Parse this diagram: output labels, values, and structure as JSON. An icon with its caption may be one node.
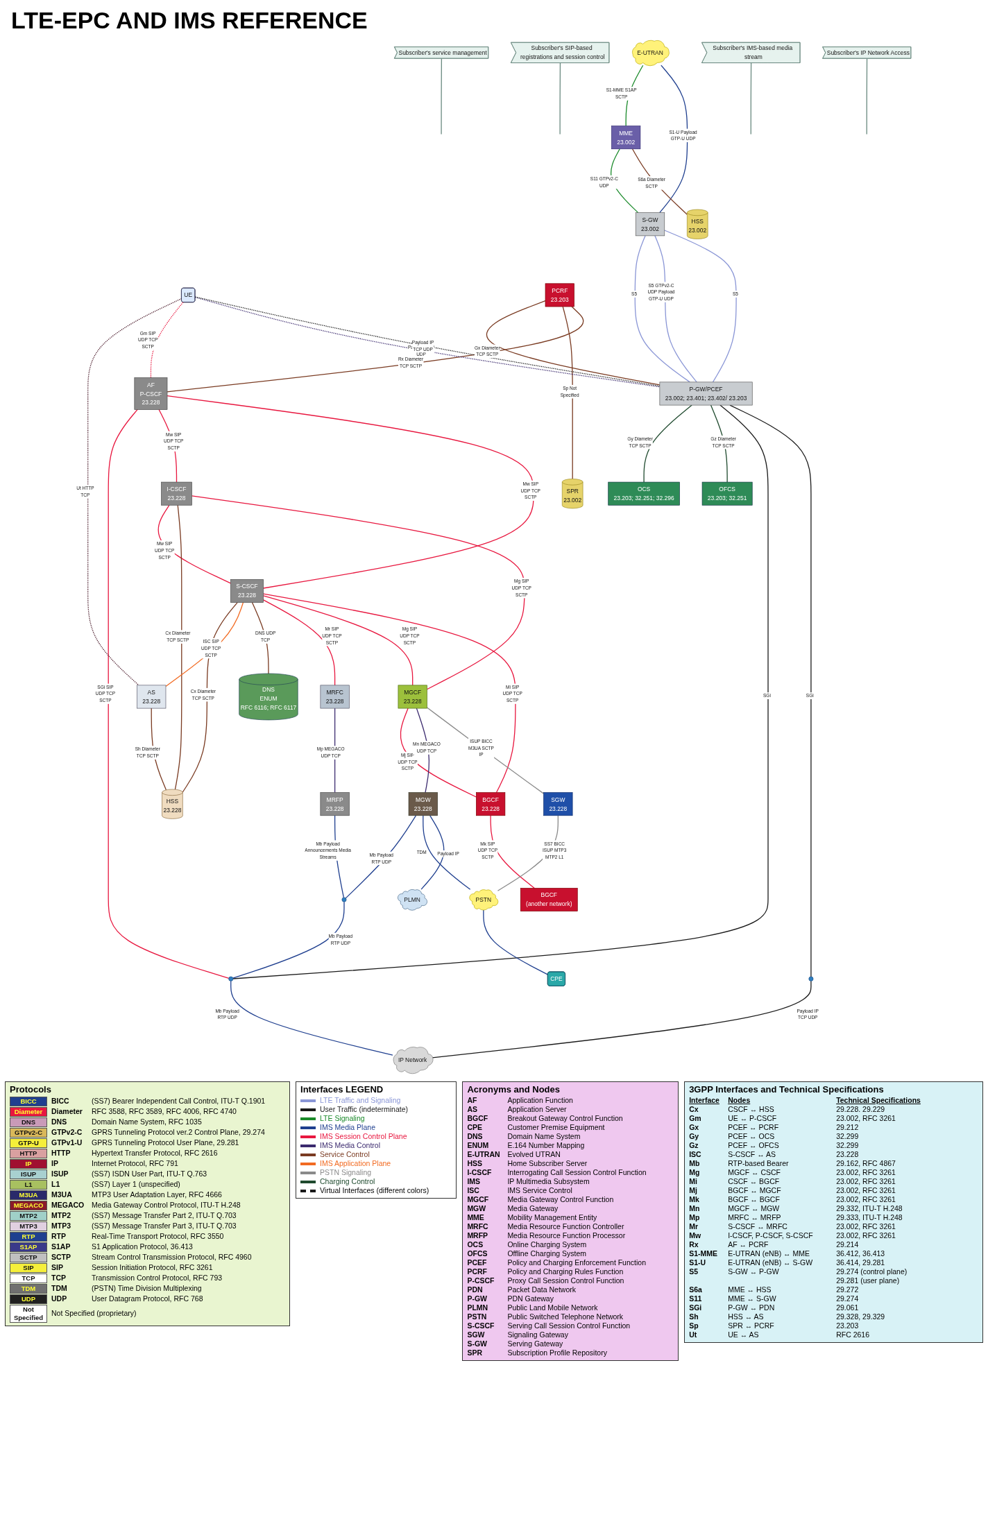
{
  "diagram": {
    "title": "LTE-EPC AND IMS REFERENCE",
    "nodes": [
      {
        "text": [
          "UE"
        ]
      },
      {
        "text": [
          "E-UTRAN"
        ]
      },
      {
        "text": [
          "MME",
          "23.002"
        ]
      },
      {
        "text": [
          "S-GW",
          "23.002"
        ]
      },
      {
        "text": [
          "P-GW/PCEF",
          "23.002; 23.401; 23.402/ 23.203"
        ]
      },
      {
        "text": [
          "HSS",
          "23.002"
        ]
      },
      {
        "text": [
          "SPR",
          "23.002"
        ]
      },
      {
        "text": [
          "PCRF",
          "23.203"
        ]
      },
      {
        "text": [
          "OCS",
          "23.203; 32.251; 32.296"
        ]
      },
      {
        "text": [
          "OFCS",
          "23.203; 32.251"
        ]
      },
      {
        "text": [],
        "shape": "circle"
      },
      {
        "text": [],
        "shape": "circle"
      },
      {
        "text": [],
        "shape": "circle"
      },
      {
        "text": [
          "IP Network"
        ]
      },
      {
        "text": [
          "AF",
          "P-CSCF",
          "23.228"
        ]
      },
      {
        "text": [
          "I-CSCF",
          "23.228"
        ]
      },
      {
        "text": [
          "S-CSCF",
          "23.228"
        ]
      },
      {
        "text": [
          "HSS",
          "23.228"
        ]
      },
      {
        "text": [
          "DNS",
          "ENUM",
          "RFC 6116; RFC 6117"
        ]
      },
      {
        "text": [
          "AS",
          "23.228"
        ]
      },
      {
        "text": [
          "MRFC",
          "23.228"
        ]
      },
      {
        "text": [
          "MRFP",
          "23.228"
        ]
      },
      {
        "text": [
          "MGCF",
          "23.228"
        ]
      },
      {
        "text": [
          "BGCF",
          "23.228"
        ]
      },
      {
        "text": [
          "BGCF",
          "(another network)"
        ]
      },
      {
        "text": [
          "MGW",
          "23.228"
        ]
      },
      {
        "text": [
          "SGW",
          "23.228"
        ]
      },
      {
        "text": [
          "PSTN"
        ]
      },
      {
        "text": [
          "PLMN"
        ]
      },
      {
        "text": [
          "CPE"
        ]
      },
      {
        "text": [
          "Subscriber's service management"
        ]
      },
      {
        "text": [
          "Subscriber's SIP-based registrations and session control"
        ]
      },
      {
        "text": [
          "Subscriber's IMS-based media stream"
        ]
      },
      {
        "text": [
          "Subscriber's IP Network Access"
        ]
      }
    ],
    "edges": [
      {
        "from": 1,
        "to": 2,
        "arrow": "none",
        "label": "S1-MME S1AP SCTP",
        "color": "#1a8a2a"
      },
      {
        "from": 1,
        "to": 3,
        "arrow": "none",
        "label": "S1-U Payload GTP-U UDP",
        "color": "#1f3f8f"
      },
      {
        "from": 2,
        "to": 3,
        "arrow": "none",
        "label": "S11 GTPv2-C UDP",
        "color": "#1a8a2a"
      },
      {
        "from": 2,
        "to": 5,
        "arrow": "none",
        "label": "S6a Diameter SCTP",
        "color": "#7a3b22"
      },
      {
        "from": 3,
        "to": 4,
        "arrow": "none",
        "label": "S5",
        "color": "#8a96d6"
      },
      {
        "from": 3,
        "to": 4,
        "arrow": "none",
        "label": "S5 GTPv2-C UDP Payload GTP-U UDP",
        "color": "#8a96d6"
      },
      {
        "from": 3,
        "to": 4,
        "arrow": "none",
        "label": "S5",
        "color": "#8a96d6"
      },
      {
        "from": 7,
        "to": 4,
        "arrow": "none",
        "label": "Gx Diameter TCP SCTP",
        "color": "#7a3b22"
      },
      {
        "from": 7,
        "to": 6,
        "arrow": "none",
        "label": "Sp Not Specified",
        "color": "#7a3b22"
      },
      {
        "from": 7,
        "to": 14,
        "arrow": "none",
        "label": "Rx Diameter TCP SCTP",
        "color": "#7a3b22"
      },
      {
        "from": 4,
        "to": 8,
        "arrow": "none",
        "label": "Gy Diameter TCP SCTP",
        "color": "#1f4a2e"
      },
      {
        "from": 4,
        "to": 9,
        "arrow": "none",
        "label": "Gz Diameter TCP SCTP",
        "color": "#1f4a2e"
      },
      {
        "from": 4,
        "to": 11,
        "arrow": "none",
        "label": "SGi",
        "color": "#1a1a1a"
      },
      {
        "from": 4,
        "to": 10,
        "arrow": "none",
        "label": "SGi",
        "color": "#1a1a1a"
      },
      {
        "from": 10,
        "to": 13,
        "arrow": "none",
        "label": "Payload IP TCP UDP",
        "color": "#1a1a1a"
      },
      {
        "from": 11,
        "to": 13,
        "arrow": "none",
        "label": "Mb Payload RTP UDP",
        "color": "#1f3f8f"
      },
      {
        "from": 14,
        "to": 11,
        "arrow": "none",
        "label": "SGi SIP UDP TCP SCTP",
        "color": "#e8173f"
      },
      {
        "from": 12,
        "to": 11,
        "arrow": "none",
        "label": "Mb Payload RTP UDP",
        "color": "#1f3f8f"
      },
      {
        "from": 21,
        "to": 12,
        "arrow": "none",
        "label": "Mb Payload Announcements Media Streams",
        "color": "#1f3f8f"
      },
      {
        "from": 25,
        "to": 12,
        "arrow": "none",
        "label": "Mb Payload RTP UDP",
        "color": "#1f3f8f"
      },
      {
        "from": 14,
        "to": 15,
        "arrow": "none",
        "label": "Mw SIP UDP TCP SCTP",
        "color": "#e8173f"
      },
      {
        "from": 14,
        "to": 16,
        "arrow": "none",
        "label": "Mw SIP UDP TCP SCTP",
        "color": "#e8173f"
      },
      {
        "from": 15,
        "to": 16,
        "arrow": "none",
        "label": "Mw SIP UDP TCP SCTP",
        "color": "#e8173f"
      },
      {
        "from": 15,
        "to": 17,
        "arrow": "none",
        "label": "Cx Diameter TCP SCTP",
        "color": "#7a3b22"
      },
      {
        "from": 16,
        "to": 17,
        "arrow": "none",
        "label": "Cx Diameter TCP SCTP",
        "color": "#7a3b22"
      },
      {
        "from": 19,
        "to": 17,
        "arrow": "none",
        "label": "Sh Diameter TCP SCTP",
        "color": "#7a3b22"
      },
      {
        "from": 16,
        "to": 19,
        "arrow": "none",
        "label": "ISC SIP UDP TCP SCTP",
        "color": "#f26b22"
      },
      {
        "from": 16,
        "to": 18,
        "arrow": "none",
        "label": "DNS UDP TCP",
        "color": "#7a3b22"
      },
      {
        "from": 16,
        "to": 20,
        "arrow": "none",
        "label": "Mr SIP UDP TCP SCTP",
        "color": "#e8173f"
      },
      {
        "from": 20,
        "to": 21,
        "arrow": "none",
        "label": "Mp MEGACO UDP TCP",
        "color": "#3b2a6e"
      },
      {
        "from": 16,
        "to": 22,
        "arrow": "none",
        "label": "Mg SIP UDP TCP SCTP",
        "color": "#e8173f"
      },
      {
        "from": 15,
        "to": 22,
        "arrow": "none",
        "label": "Mg SIP UDP TCP SCTP",
        "color": "#e8173f"
      },
      {
        "from": 16,
        "to": 23,
        "arrow": "none",
        "label": "Mi SIP UDP TCP SCTP",
        "color": "#e8173f"
      },
      {
        "from": 22,
        "to": 23,
        "arrow": "none",
        "label": "Mj SIP UDP TCP SCTP",
        "color": "#e8173f"
      },
      {
        "from": 23,
        "to": 24,
        "arrow": "none",
        "label": "Mk SIP UDP TCP SCTP",
        "color": "#e8173f"
      },
      {
        "from": 22,
        "to": 25,
        "arrow": "none",
        "label": "Mn MEGACO UDP TCP",
        "color": "#3b2a6e"
      },
      {
        "from": 22,
        "to": 26,
        "arrow": "none",
        "label": "ISUP BICC M3UA SCTP IP",
        "color": "#8a8a8a"
      },
      {
        "from": 26,
        "to": 27,
        "arrow": "none",
        "label": "SS7 BICC ISUP MTP3 MTP2 L1",
        "color": "#8a8a8a"
      },
      {
        "from": 25,
        "to": 27,
        "arrow": "none",
        "label": "TDM",
        "color": "#1f3f8f"
      },
      {
        "from": 25,
        "to": 28,
        "arrow": "none",
        "label": "Payload IP",
        "color": "#1f3f8f"
      },
      {
        "from": 27,
        "to": 29,
        "arrow": "none",
        "color": "#1f3f8f"
      },
      {
        "from": 0,
        "to": 19,
        "arrow": "none",
        "label": "Ut HTTP TCP",
        "style": "dashed",
        "color": "#4a1a2a"
      },
      {
        "from": 0,
        "to": 14,
        "arrow": "none",
        "label": "Gm SIP UDP TCP SCTP",
        "style": "dashed",
        "color": "#e8173f"
      },
      {
        "from": 0,
        "to": 4,
        "arrow": "none",
        "label": "Payload RTP UDP",
        "style": "dashed",
        "color": "#3b2a6e"
      },
      {
        "from": 0,
        "to": 4,
        "arrow": "none",
        "label": "Payload IP TCP UDP",
        "style": "dashed",
        "color": "#1a1a1a"
      },
      {
        "from": 30,
        "to": null,
        "arrow": "none",
        "color": "#6a8a80"
      },
      {
        "from": 31,
        "to": null,
        "arrow": "none",
        "color": "#6a8a80"
      },
      {
        "from": 32,
        "to": null,
        "arrow": "none",
        "color": "#6a8a80"
      },
      {
        "from": 33,
        "to": null,
        "arrow": "none",
        "color": "#6a8a80"
      }
    ],
    "labels": [
      "Protocols",
      "BICC",
      "(SS7) Bearer Independent Call Control, ITU-T Q.1901",
      "Diameter",
      "RFC 3588, RFC 3589, RFC 4006, RFC 4740",
      "DNS",
      "Domain Name System, RFC 1035",
      "GTPv2-C",
      "GPRS Tunneling Protocol ver.2 Control Plane, 29.274",
      "GTPv1-U",
      "GPRS Tunneling Protocol User Plane, 29.281",
      "HTTP",
      "Hypertext Transfer Protocol, RFC 2616",
      "IP",
      "Internet Protocol, RFC 791",
      "ISUP",
      "(SS7) ISDN User Part, ITU-T Q.763",
      "L1",
      "(SS7) Layer 1 (unspecified)",
      "M3UA",
      "MTP3 User Adaptation Layer, RFC 4666",
      "MEGACO",
      "Media Gateway Control Protocol, ITU-T H.248",
      "MTP2",
      "(SS7) Message Transfer Part 2, ITU-T Q.703",
      "MTP3",
      "(SS7) Message Transfer Part 3, ITU-T Q.703",
      "RTP",
      "Real-Time Transport Protocol, RFC 3550",
      "S1AP",
      "S1 Application Protocol, 36.413",
      "SCTP",
      "Stream Control Transmission Protocol, RFC 4960",
      "SIP",
      "Session Initiation Protocol, RFC 3261",
      "TCP",
      "Transmission Control Protocol, RFC 793",
      "TDM",
      "(PSTN) Time Division Multiplexing",
      "UDP",
      "User Datagram Protocol, RFC 768",
      "Not Specified (proprietary)",
      "Interfaces LEGEND",
      "Acronyms and Nodes",
      "AF",
      "Application Function",
      "AS",
      "Application Server",
      "BGCF",
      "Breakout Gateway Control Function",
      "CPE",
      "Customer Premise Equipment",
      "DNS",
      "Domain Name System",
      "ENUM",
      "E.164 Number Mapping",
      "E-UTRAN",
      "Evolved UTRAN",
      "HSS",
      "Home Subscriber Server",
      "I-CSCF",
      "Interrogating Call Session Control Function",
      "IMS",
      "IP Multimedia Subsystem",
      "ISC",
      "IMS Service Control",
      "MGCF",
      "Media Gateway Control Function",
      "MGW",
      "Media Gateway",
      "MME",
      "Mobility Management Entity",
      "MRFC",
      "Media Resource Function Controller",
      "MRFP",
      "Media Resource Function Processor",
      "OCS",
      "Online Charging System",
      "OFCS",
      "Offline Charging System",
      "PCEF",
      "Policy and Charging Enforcement Function",
      "PCRF",
      "Policy and Charging Rules Function",
      "P-CSCF",
      "Proxy Call Session Control Function",
      "PDN",
      "Packet Data Network",
      "P-GW",
      "PDN Gateway",
      "PLMN",
      "Public Land Mobile Network",
      "PSTN",
      "Public Switched Telephone Network",
      "S-CSCF",
      "Serving Call Session Control Function",
      "SGW",
      "Signaling Gateway",
      "S-GW",
      "Serving Gateway",
      "SPR",
      "Subscription Profile Repository",
      "3GPP Interfaces and Technical Specifications",
      "Interface",
      "Nodes",
      "Technical Specifications",
      "Cx",
      "CSCF ↔ HSS",
      "29.228. 29.229",
      "Gm",
      "UE ↔ P-CSCF",
      "23.002, RFC 3261",
      "Gx",
      "PCEF ↔ PCRF",
      "29.212",
      "Gy",
      "PCEF ↔ OCS",
      "32.299",
      "Gz",
      "PCEF ↔ OFCS",
      "32.299",
      "ISC",
      "S-CSCF ↔ AS",
      "23.228",
      "Mb",
      "RTP-based Bearer",
      "29.162, RFC 4867",
      "Mg",
      "MGCF ↔ CSCF",
      "23.002, RFC 3261",
      "Mi",
      "CSCF ↔ BGCF",
      "23.002, RFC 3261",
      "Mj",
      "BGCF ↔ MGCF",
      "23.002, RFC 3261",
      "Mk",
      "BGCF ↔ BGCF",
      "23.002, RFC 3261",
      "Mn",
      "MGCF ↔ MGW",
      "29.332, ITU-T H.248",
      "Mp",
      "MRFC ↔ MRFP",
      "29.333, ITU-T H.248",
      "Mr",
      "S-CSCF ↔ MRFC",
      "23.002, RFC 3261",
      "Mw",
      "I-CSCF, P-CSCF, S-CSCF",
      "23.002, RFC 3261",
      "Rx",
      "AF ↔ PCRF",
      "29.214",
      "S1-MME",
      "E-UTRAN (eNB) ↔ MME",
      "36.412, 36.413",
      "S1-U",
      "E-UTRAN (eNB) ↔ S-GW",
      "36.414, 29.281",
      "S5",
      "S-GW ↔ P-GW",
      "29.274 (control plane)",
      "29.281 (user plane)",
      "S6a",
      "MME ↔ HSS",
      "29.272",
      "S11",
      "MME ↔ S-GW",
      "29.274",
      "SGi",
      "P-GW ↔ PDN",
      "29.061",
      "Sh",
      "HSS ↔ AS",
      "29.328, 29.329",
      "Sp",
      "SPR ↔ PCRF",
      "23.203",
      "Ut",
      "UE ↔ AS",
      "RFC 2616"
    ],
    "legend": [
      {
        "text": "LTE Traffic and Signaling",
        "color": "#8a96d6"
      },
      {
        "text": "User Traffic (indeterminate)",
        "color": "#1a1a1a"
      },
      {
        "text": "LTE Signaling",
        "color": "#1a8a2a"
      },
      {
        "text": "IMS Media Plane",
        "color": "#1f3f8f"
      },
      {
        "text": "IMS Session Control Plane",
        "color": "#e8173f"
      },
      {
        "text": "IMS Media Control",
        "color": "#3b2a6e"
      },
      {
        "text": "Service Control",
        "color": "#7a3b22"
      },
      {
        "text": "IMS Application Plane",
        "color": "#f26b22"
      },
      {
        "text": "PSTN Signaling",
        "color": "#8a8a8a"
      },
      {
        "text": "Charging Control",
        "color": "#1f4a2e"
      },
      {
        "text": "Virtual Interfaces (different colors)"
      },
      {
        "text": "BICC",
        "color": "#1f3f8f"
      },
      {
        "text": "Diameter",
        "color": "#e8173f"
      },
      {
        "text": "DNS",
        "color": "#c99ab8"
      },
      {
        "text": "GTPv2-C",
        "color": "#d9b85a"
      },
      {
        "text": "GTP-U",
        "color": "#f5ef3a"
      },
      {
        "text": "HTTP",
        "color": "#d9a0a0"
      },
      {
        "text": "IP",
        "color": "#a01030"
      },
      {
        "text": "ISUP",
        "color": "#a8d0d0"
      },
      {
        "text": "L1",
        "color": "#a8c060"
      },
      {
        "text": "M3UA",
        "color": "#2a2a6a"
      },
      {
        "text": "MEGACO",
        "color": "#8a1a2a"
      },
      {
        "text": "MTP2",
        "color": "#a0d0c8"
      },
      {
        "text": "MTP3",
        "color": "#e0d0e0"
      },
      {
        "text": "RTP",
        "color": "#1f3f8f"
      },
      {
        "text": "S1AP",
        "color": "#3a3a8a"
      },
      {
        "text": "SCTP",
        "color": "#c0c0c0"
      },
      {
        "text": "SIP",
        "color": "#f5ef3a"
      },
      {
        "text": "TCP",
        "color": "#ffffff"
      },
      {
        "text": "TDM",
        "color": "#707070"
      },
      {
        "text": "UDP",
        "color": "#202020"
      },
      {
        "text": "Not Specified",
        "color": "#ffffff"
      }
    ]
  }
}
